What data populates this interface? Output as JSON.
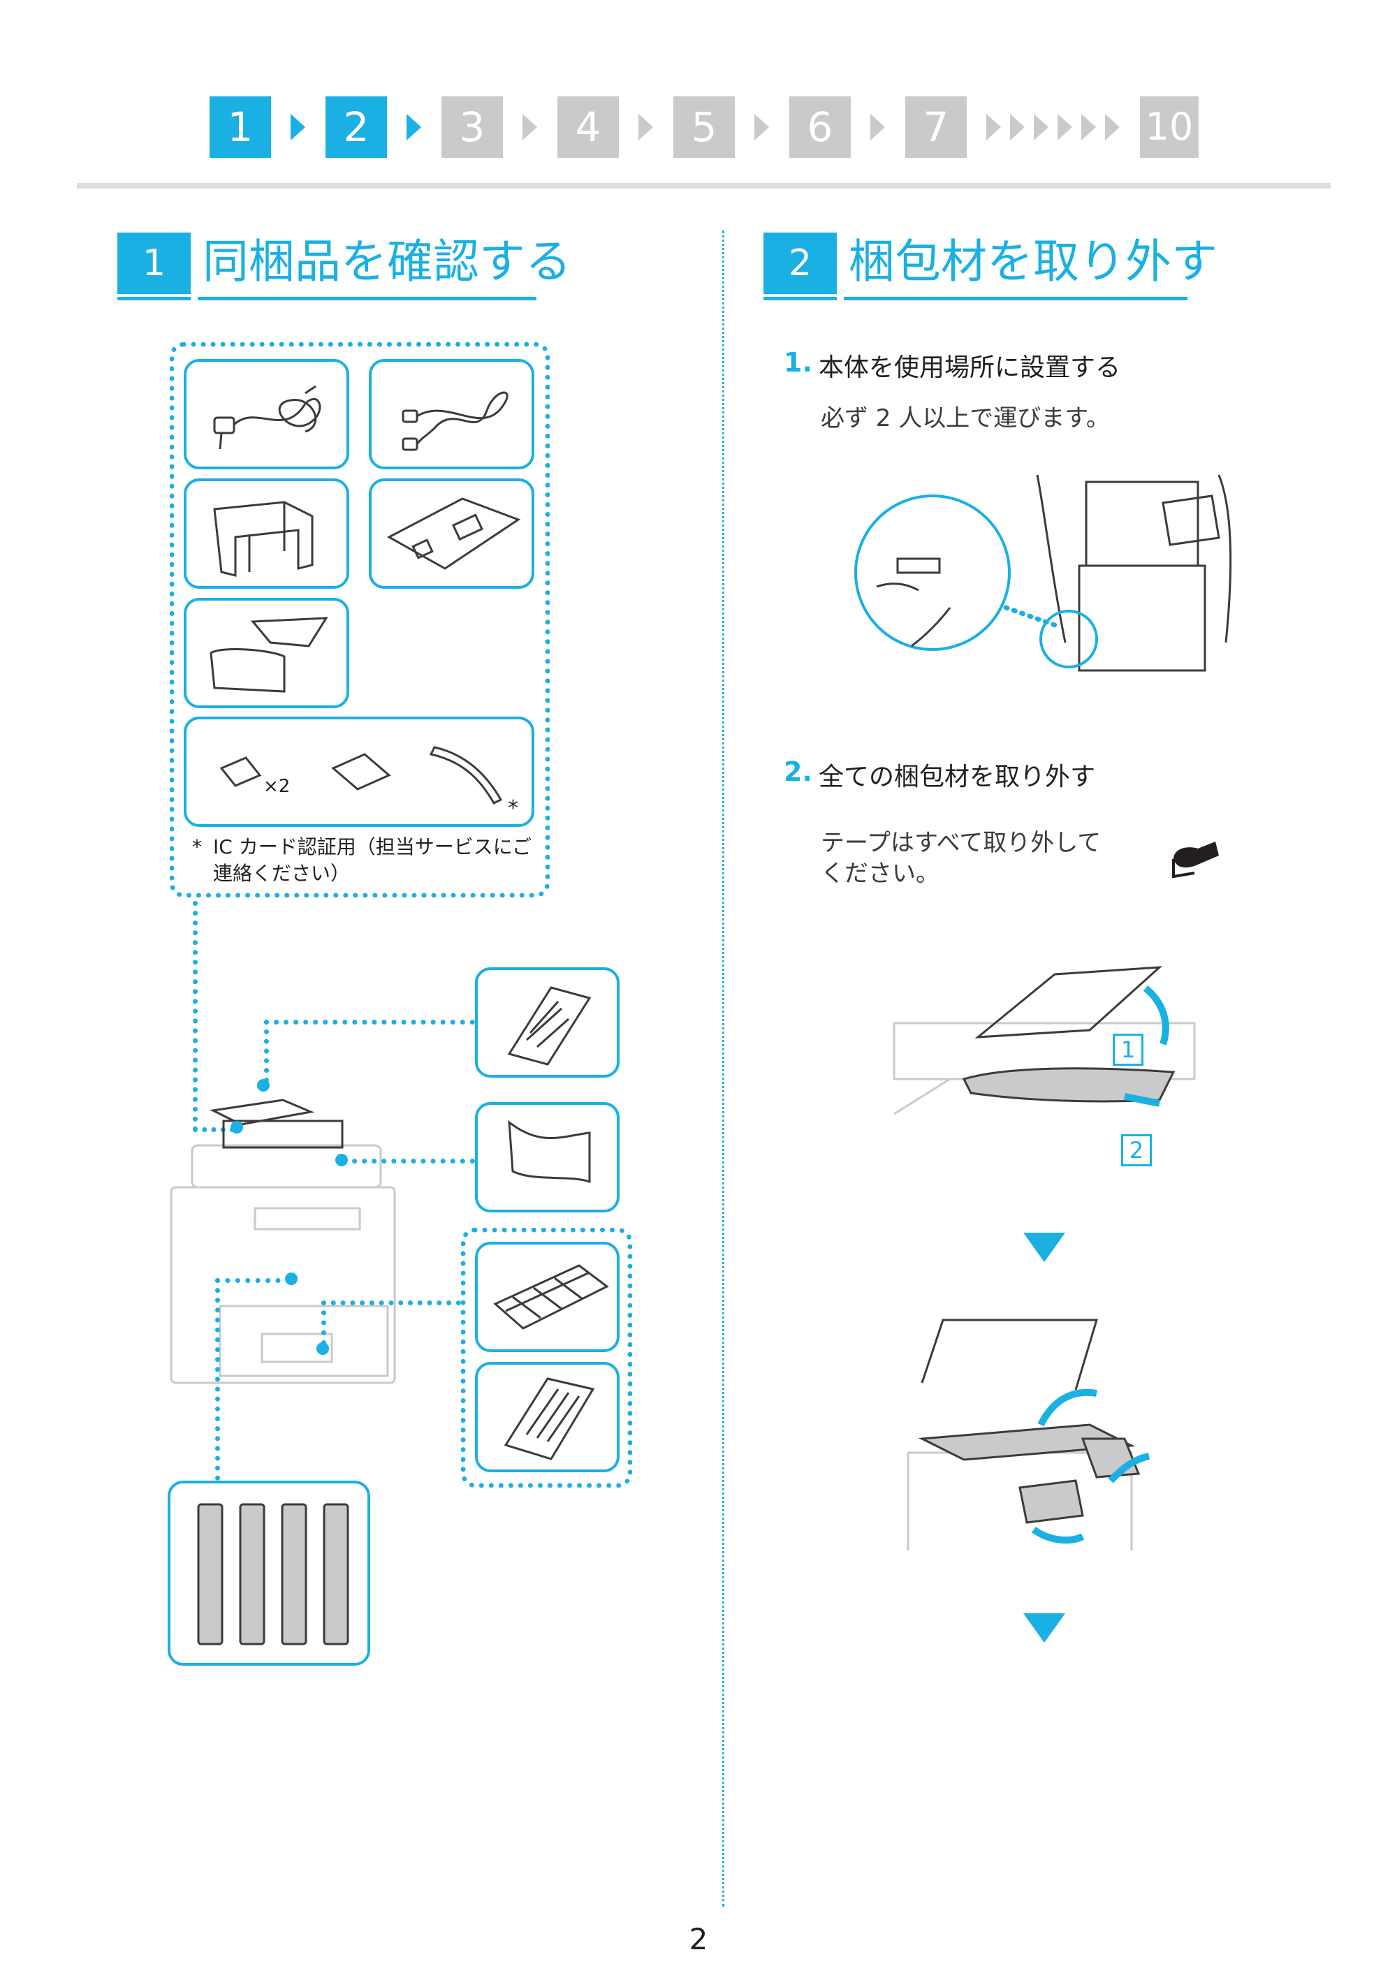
{
  "steps": {
    "labels": [
      "1",
      "2",
      "3",
      "4",
      "5",
      "6",
      "7",
      "10"
    ],
    "active": [
      "1",
      "2"
    ]
  },
  "section1": {
    "number": "1",
    "title": "同梱品を確認する"
  },
  "section2": {
    "number": "2",
    "title": "梱包材を取り外す"
  },
  "bundled": {
    "x2_label": "×2",
    "asterisk": "*",
    "note_mark": "*",
    "note_line1": "IC カード認証用（担当サービスにご",
    "note_line2": "連絡ください）"
  },
  "step1": {
    "num": "1.",
    "title": "本体を使用場所に設置する",
    "body": "必ず 2 人以上で運びます。"
  },
  "step2": {
    "num": "2.",
    "title": "全ての梱包材を取り外す",
    "body_line1": "テープはすべて取り外して",
    "body_line2": "ください。"
  },
  "callouts": {
    "c1": "1",
    "c2": "2"
  },
  "page_number": "2",
  "colors": {
    "accent": "#1ab0e3",
    "inactive": "#c9cacb",
    "rule": "#dcdddd"
  }
}
